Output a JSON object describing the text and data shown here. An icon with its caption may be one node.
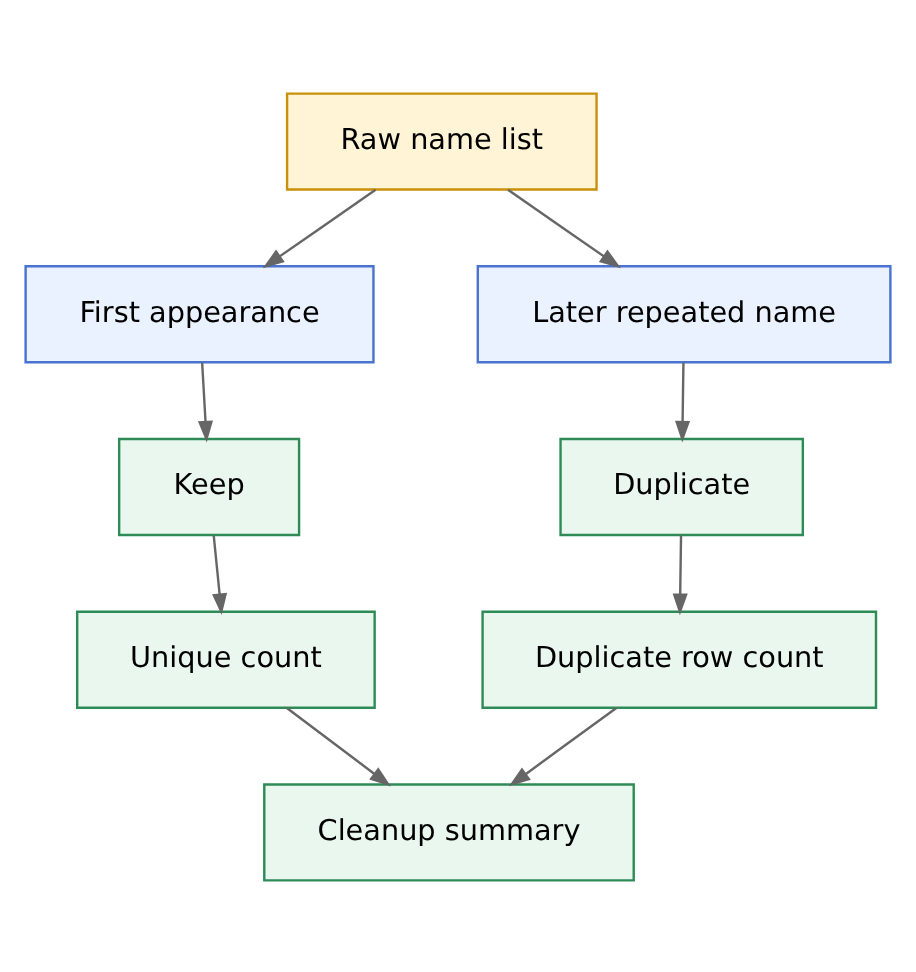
{
  "diagram": {
    "nodes": [
      {
        "text": [
          "Raw name list"
        ]
      },
      {
        "text": [
          "First appearance"
        ]
      },
      {
        "text": [
          "Later repeated name"
        ]
      },
      {
        "text": [
          "Keep"
        ]
      },
      {
        "text": [
          "Duplicate"
        ]
      },
      {
        "text": [
          "Unique count"
        ]
      },
      {
        "text": [
          "Duplicate row count"
        ]
      },
      {
        "text": [
          "Cleanup summary"
        ]
      }
    ],
    "edges": [
      {
        "from": 0,
        "to": 1,
        "arrow": "to"
      },
      {
        "from": 0,
        "to": 2,
        "arrow": "to"
      },
      {
        "from": 1,
        "to": 3,
        "arrow": "to"
      },
      {
        "from": 2,
        "to": 4,
        "arrow": "to"
      },
      {
        "from": 3,
        "to": 5,
        "arrow": "to"
      },
      {
        "from": 4,
        "to": 6,
        "arrow": "to"
      },
      {
        "from": 5,
        "to": 7,
        "arrow": "to"
      },
      {
        "from": 6,
        "to": 7,
        "arrow": "to"
      }
    ]
  }
}
